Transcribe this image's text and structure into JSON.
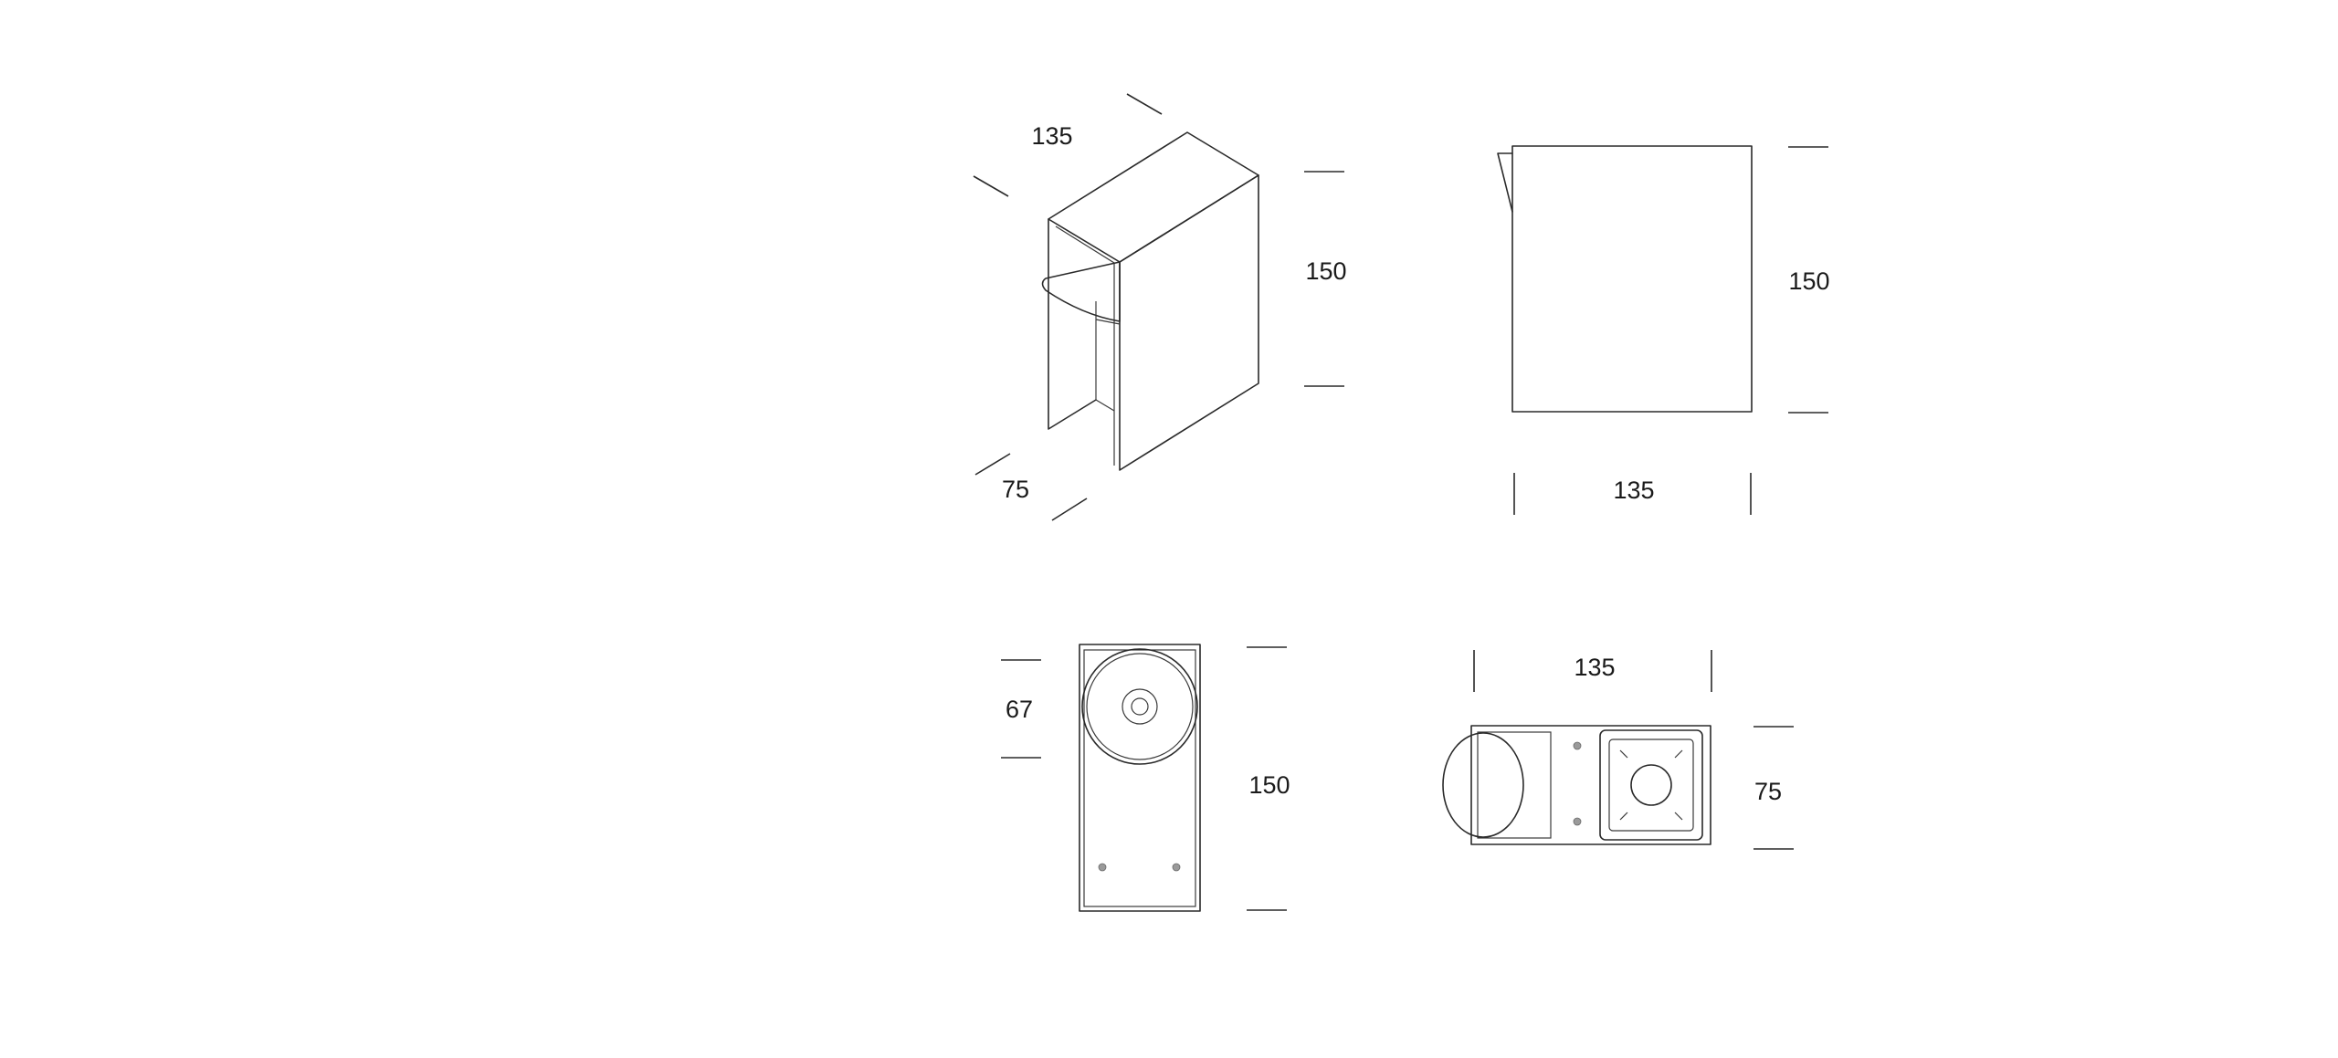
{
  "views": {
    "isometric": {
      "width": "135",
      "height": "150",
      "depth": "75"
    },
    "front": {
      "height": "150",
      "width": "135"
    },
    "side": {
      "disc_height": "67",
      "height": "150"
    },
    "top": {
      "width": "135",
      "depth": "75"
    }
  },
  "colors": {
    "line": "#2a2a2a",
    "background": "#ffffff",
    "detail_dot": "#9a9a9a"
  }
}
